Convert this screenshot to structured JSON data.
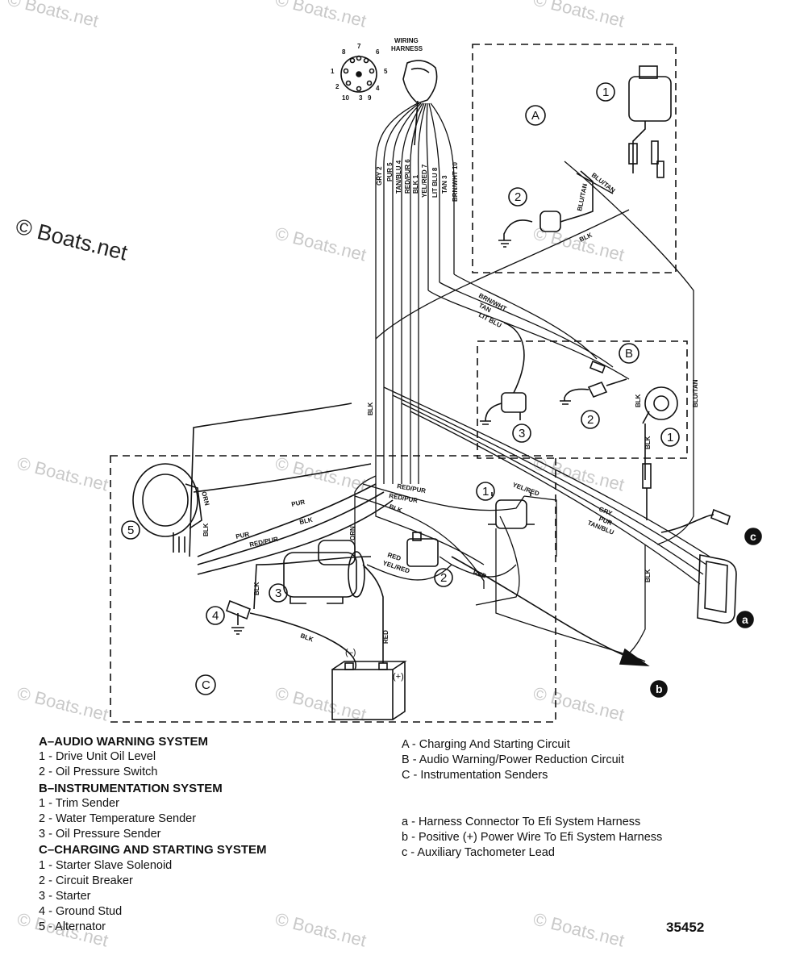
{
  "watermarks": {
    "big": "© Boats.net",
    "small": "© Boats.net"
  },
  "diagram": {
    "harness_label_1": "WIRING",
    "harness_label_2": "HARNESS",
    "pin_numbers": [
      "8",
      "7",
      "6",
      "1",
      "5",
      "2",
      "3",
      "4",
      "10",
      "9"
    ],
    "wire_labels_vertical": [
      "GRY 2",
      "PUR 5",
      "TAN/BLU 4",
      "RED/PUR 6",
      "BLK 1",
      "YEL/RED 7",
      "LIT BLU 8",
      "TAN 3",
      "BRN/WHT 10"
    ],
    "wire_labels": {
      "brn_wht": "BRN/WHT",
      "tan": "TAN",
      "lit_blu": "LIT BLU",
      "blu_tan_1": "BLU/TAN",
      "blu_tan_2": "BLU/TAN",
      "blu_tan_3": "BLU/TAN",
      "blk_a": "BLK",
      "blk_b": "BLK",
      "blk_c": "BLK",
      "blk_d": "BLK",
      "blk_e": "BLK",
      "blk_f": "BLK",
      "blk_g": "BLK",
      "blk_h": "BLK",
      "blk_i": "BLK",
      "orn_1": "ORN",
      "orn_2": "ORN",
      "pur_1": "PUR",
      "pur_2": "PUR",
      "pur_3": "PUR",
      "red_pur_1": "RED/PUR",
      "red_pur_2": "RED/PUR",
      "red_pur_3": "RED/PUR",
      "yel_red_1": "YEL/RED",
      "yel_red_2": "YEL/RED",
      "red_1": "RED",
      "red_2": "RED",
      "red_3": "RED",
      "gry": "GRY",
      "tan_blu": "TAN/BLU",
      "minus": "(–)",
      "plus": "(+)"
    },
    "section_letters": {
      "A": "A",
      "B": "B",
      "C": "C"
    },
    "numbers": {
      "a1": "1",
      "a2": "2",
      "b1": "1",
      "b2": "2",
      "b3": "3",
      "c1": "1",
      "c2": "2",
      "c3": "3",
      "c4": "4",
      "c5": "5"
    },
    "callouts": {
      "a": "a",
      "b": "b",
      "c": "c"
    }
  },
  "legend_left": [
    {
      "text": "A–AUDIO WARNING SYSTEM",
      "heading": true
    },
    {
      "text": "1 - Drive Unit Oil Level",
      "heading": false
    },
    {
      "text": "2 - Oil Pressure Switch",
      "heading": false
    },
    {
      "text": "B–INSTRUMENTATION SYSTEM",
      "heading": true
    },
    {
      "text": "1 - Trim Sender",
      "heading": false
    },
    {
      "text": "2 - Water Temperature Sender",
      "heading": false
    },
    {
      "text": "3 - Oil Pressure Sender",
      "heading": false
    },
    {
      "text": "C–CHARGING AND STARTING SYSTEM",
      "heading": true
    },
    {
      "text": "1 - Starter Slave Solenoid",
      "heading": false
    },
    {
      "text": "2 - Circuit Breaker",
      "heading": false
    },
    {
      "text": "3 - Starter",
      "heading": false
    },
    {
      "text": "4 - Ground Stud",
      "heading": false
    },
    {
      "text": "5 - Alternator",
      "heading": false
    }
  ],
  "legend_right_top": [
    "A - Charging And Starting Circuit",
    "B - Audio Warning/Power Reduction Circuit",
    "C - Instrumentation Senders"
  ],
  "legend_right_bottom": [
    "a - Harness Connector To Efi System Harness",
    "b - Positive (+) Power Wire To Efi System Harness",
    "c - Auxiliary Tachometer Lead"
  ],
  "figure_number": "35452"
}
